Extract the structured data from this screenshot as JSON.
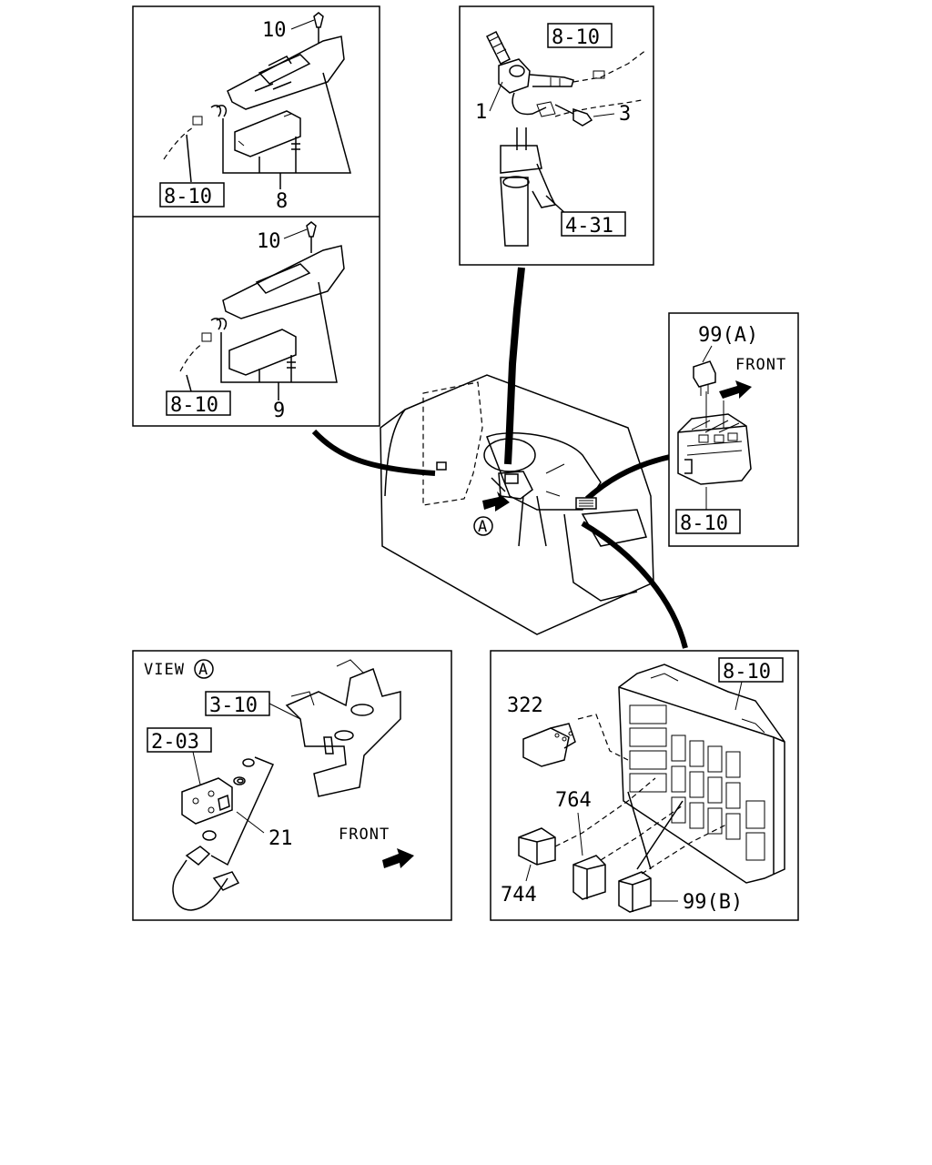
{
  "refs": {
    "p1_ref": "8-10",
    "p2_ref_top": "8-10",
    "p2_ref_bottom": "4-31",
    "p3_ref": "8-10",
    "p4_ref": "8-10",
    "p5_ref_a": "3-10",
    "p5_ref_b": "2-03",
    "p6_ref": "8-10"
  },
  "parts": {
    "p1_screw": "10",
    "p1_part": "8",
    "p1_screw_b": "10",
    "p1_part_b": "9",
    "p2_part1": "1",
    "p2_part3": "3",
    "p3_relay": "99(A)",
    "p5_part": "21",
    "p6_part322": "322",
    "p6_part764": "764",
    "p6_part744": "744",
    "p6_part99b": "99(B)"
  },
  "labels": {
    "front_top": "FRONT",
    "front_bottom": "FRONT",
    "view_a": "VIEW",
    "view_letter": "A",
    "arrow_letter": "A"
  }
}
